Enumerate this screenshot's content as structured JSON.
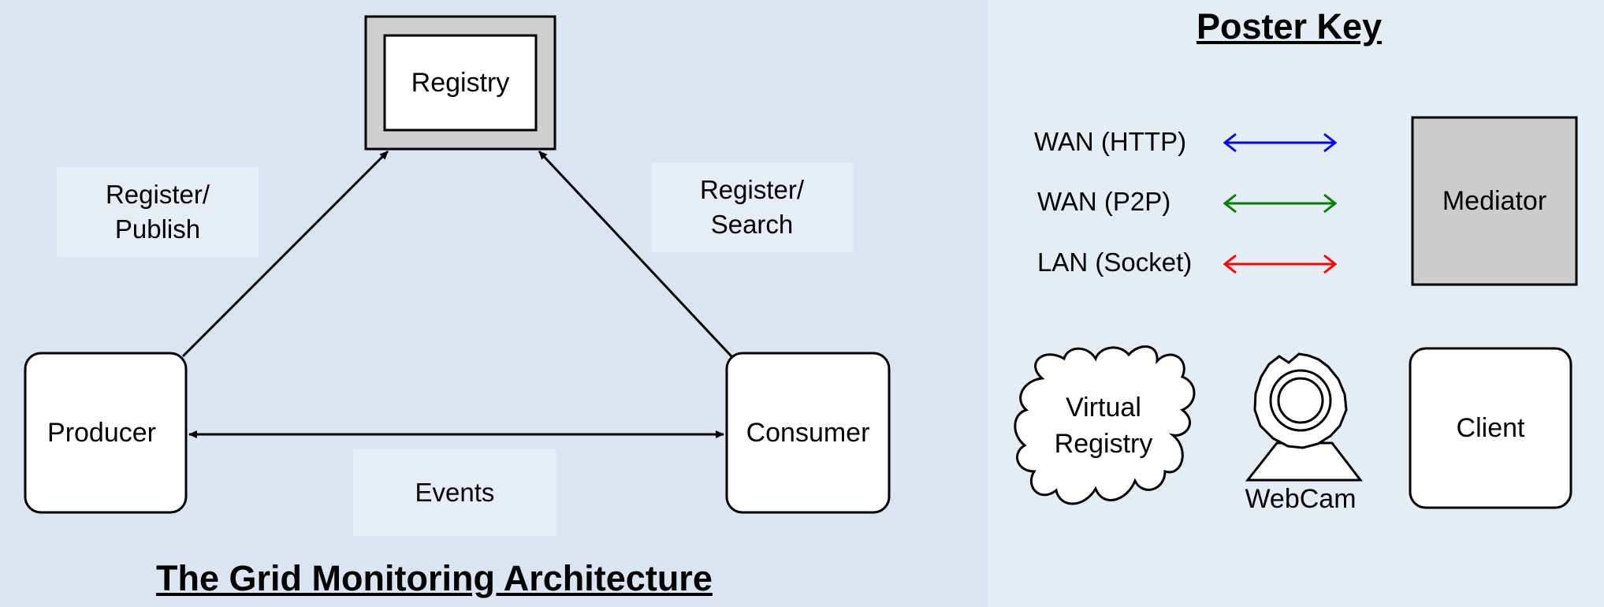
{
  "architecture": {
    "title": "The Grid Monitoring Architecture",
    "nodes": {
      "registry": "Registry",
      "producer": "Producer",
      "consumer": "Consumer"
    },
    "edge_labels": {
      "register_publish": "Register/\nPublish",
      "register_search": "Register/\nSearch",
      "events": "Events"
    }
  },
  "poster_key": {
    "title": "Poster Key",
    "legend": [
      {
        "label": "WAN (HTTP)",
        "color": "#0000ff"
      },
      {
        "label": "WAN (P2P)",
        "color": "#008000"
      },
      {
        "label": "LAN (Socket)",
        "color": "#ff0000"
      }
    ],
    "symbols": {
      "mediator": "Mediator",
      "virtual_registry": "Virtual\nRegistry",
      "webcam": "WebCam",
      "client": "Client"
    }
  }
}
